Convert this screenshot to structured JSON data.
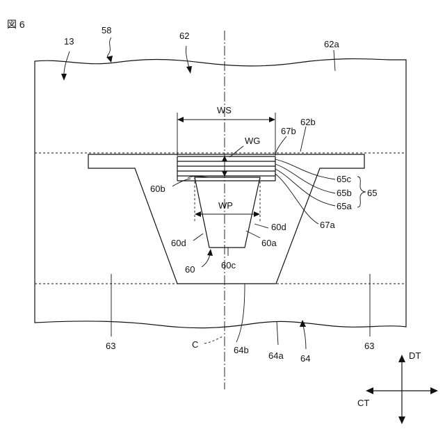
{
  "figure": {
    "title": "図 6"
  },
  "labels": {
    "l13": "13",
    "l58": "58",
    "l62": "62",
    "l62a": "62a",
    "l62b": "62b",
    "lWS": "WS",
    "lWG": "WG",
    "l67b": "67b",
    "l60b": "60b",
    "lWP": "WP",
    "l65c": "65c",
    "l65b": "65b",
    "l65": "65",
    "l65a": "65a",
    "l60d_right": "60d",
    "l67a": "67a",
    "l60d_left": "60d",
    "l60a": "60a",
    "l60": "60",
    "l60c": "60c",
    "l63_left": "63",
    "l63_right": "63",
    "lC": "C",
    "l64b": "64b",
    "l64a": "64a",
    "l64": "64",
    "lDT": "DT",
    "lCT": "CT"
  }
}
